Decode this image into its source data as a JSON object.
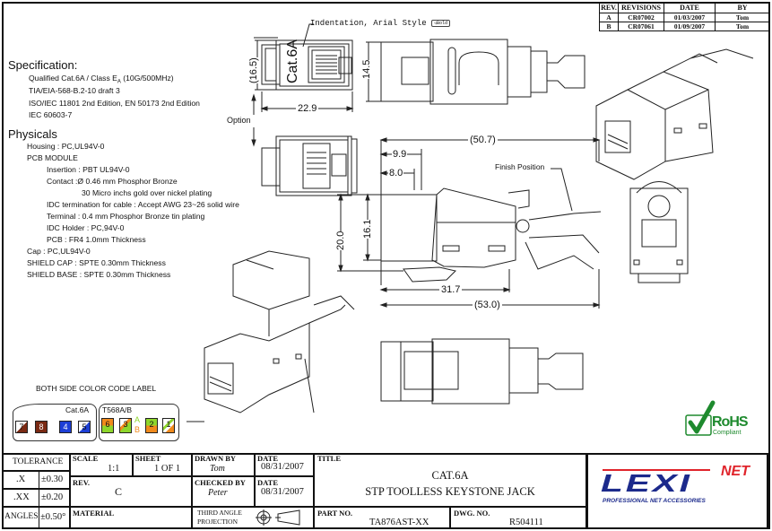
{
  "revisions": {
    "headers": [
      "REV.",
      "REVISIONS",
      "DATE",
      "BY"
    ],
    "rows": [
      {
        "rev": "A",
        "revision": "CR07002",
        "date": "01/03/2007",
        "by": "Tom"
      },
      {
        "rev": "B",
        "revision": "CR07061",
        "date": "01/09/2007",
        "by": "Tom"
      }
    ]
  },
  "specification": {
    "heading": "Specification:",
    "lines": [
      "Qualified Cat.6A / Class E",
      "TIA/EIA-568-B.2-10 draft 3",
      "ISO/IEC 11801 2nd Edition, EN 50173 2nd Edition",
      "IEC 60603-7"
    ],
    "class_subscript": "A",
    "class_suffix": " (10G/500MHz)"
  },
  "physicals": {
    "heading": "Physicals",
    "lines": [
      "Housing : PC,UL94V-0",
      "PCB MODULE",
      "Insertion : PBT UL94V-0",
      "Contact :Ø 0.46 mm Phosphor Bronze",
      "30 Micro inchs gold over nickel plating",
      "IDC termination for cable : Accept AWG 23~26 solid wire",
      "Terminal :  0.4 mm Phosphor Bronze tin plating",
      "IDC Holder : PC,94V-0",
      "PCB : FR4 1.0mm Thickness",
      "Cap : PC,UL94V-0",
      "SHIELD CAP : SPTE 0.30mm Thickness",
      "SHIELD BASE : SPTE 0.30mm Thickness"
    ]
  },
  "annotations": {
    "indentation": "Indentation, Arial Style",
    "bold_tag": "Bold",
    "cat6a_mark": "Cat.6A",
    "option": "Option",
    "finish_position": "Finish Position"
  },
  "dimensions": {
    "d16_5": "(16.5)",
    "d14_5": "14.5",
    "d22_9": "22.9",
    "d50_7": "(50.7)",
    "d9_9": "9.9",
    "d8_0": "8.0",
    "d20_0": "20.0",
    "d16_1": "16.1",
    "d31_7": "31.7",
    "d53_0": "(53.0)"
  },
  "color_code": {
    "title": "BOTH SIDE COLOR CODE LABEL",
    "left_label": "Cat.6A",
    "right_label": "T568A/B",
    "left_pins": [
      "7",
      "8",
      "4",
      "5"
    ],
    "right_pins": [
      "6",
      "3",
      "2",
      "1"
    ],
    "ab_a": "A",
    "ab_b": "B",
    "colors": {
      "brown": "#7a2a14",
      "blue": "#1d3fd6",
      "orange": "#f08a1c",
      "green": "#8ed62c",
      "white": "#ffffff"
    }
  },
  "rohs": {
    "mark": "RoHS",
    "sub": "Compliant",
    "color": "#1e8a2e"
  },
  "title_block": {
    "tolerance": "TOLERANCE",
    "x_label": ".X",
    "x_val": "±0.30",
    "xx_label": ".XX",
    "xx_val": "±0.20",
    "angles_label": "ANGLES",
    "angles_val": "±0.50°",
    "scale_label": "SCALE",
    "scale_val": "1:1",
    "sheet_label": "SHEET",
    "sheet_val": "1 OF 1",
    "drawn_label": "DRAWN BY",
    "drawn_val": "Tom",
    "date1_label": "DATE",
    "date1_val": "08/31/2007",
    "rev_label": "REV.",
    "rev_val": "C",
    "checked_label": "CHECKED BY",
    "checked_val": "Peter",
    "date2_label": "DATE",
    "date2_val": "08/31/2007",
    "material_label": "MATERIAL",
    "projection_line1": "THIRD ANGLE",
    "projection_line2": "PROJECTION",
    "title_label": "TITLE",
    "title_line1": "CAT.6A",
    "title_line2": "STP TOOLLESS KEYSTONE JACK",
    "part_label": "PART NO.",
    "part_val": "TA876AST-XX",
    "dwg_label": "DWG. NO.",
    "dwg_val": "R504111"
  },
  "logo": {
    "brand": "LEXI",
    "brand_suffix": "NET",
    "tagline": "PROFESSIONAL NET ACCESSORIES",
    "blue": "#1c2a8c",
    "red": "#e0242b"
  }
}
